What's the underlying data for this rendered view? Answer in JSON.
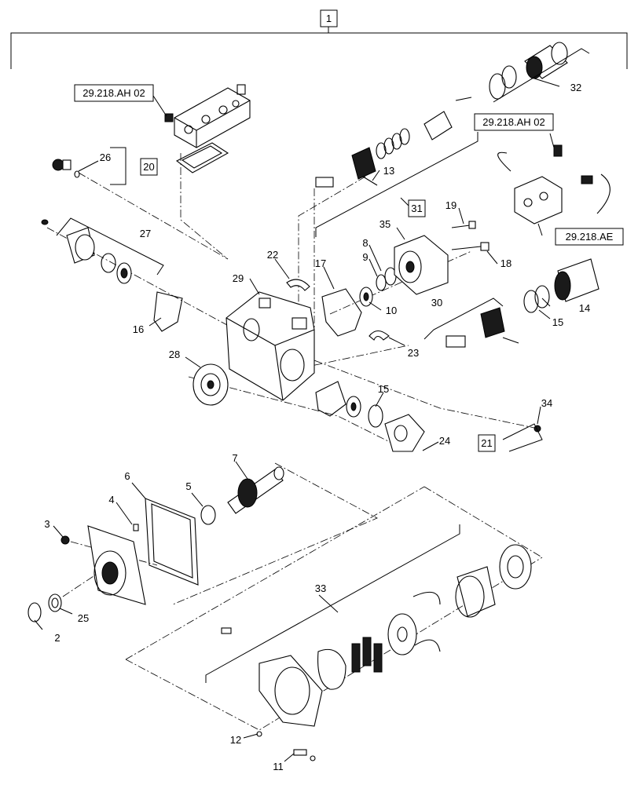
{
  "diagram": {
    "top_callout": "1",
    "reference_labels": {
      "r_ah02_left": "29.218.AH 02",
      "r_ah02_right": "29.218.AH 02",
      "r_ae": "29.218.AE"
    },
    "boxed_callouts": {
      "c20": "20",
      "c31": "31",
      "c21": "21"
    },
    "callouts": {
      "n2": "2",
      "n3": "3",
      "n4": "4",
      "n5": "5",
      "n6": "6",
      "n7": "7",
      "n8": "8",
      "n9": "9",
      "n10": "10",
      "n11": "11",
      "n12": "12",
      "n13": "13",
      "n14": "14",
      "n15a": "15",
      "n15b": "15",
      "n16": "16",
      "n17": "17",
      "n18": "18",
      "n19": "19",
      "n22": "22",
      "n23": "23",
      "n24": "24",
      "n25": "25",
      "n26": "26",
      "n27": "27",
      "n28": "28",
      "n29": "29",
      "n30": "30",
      "n32": "32",
      "n33": "33",
      "n34": "34",
      "n35": "35"
    }
  }
}
